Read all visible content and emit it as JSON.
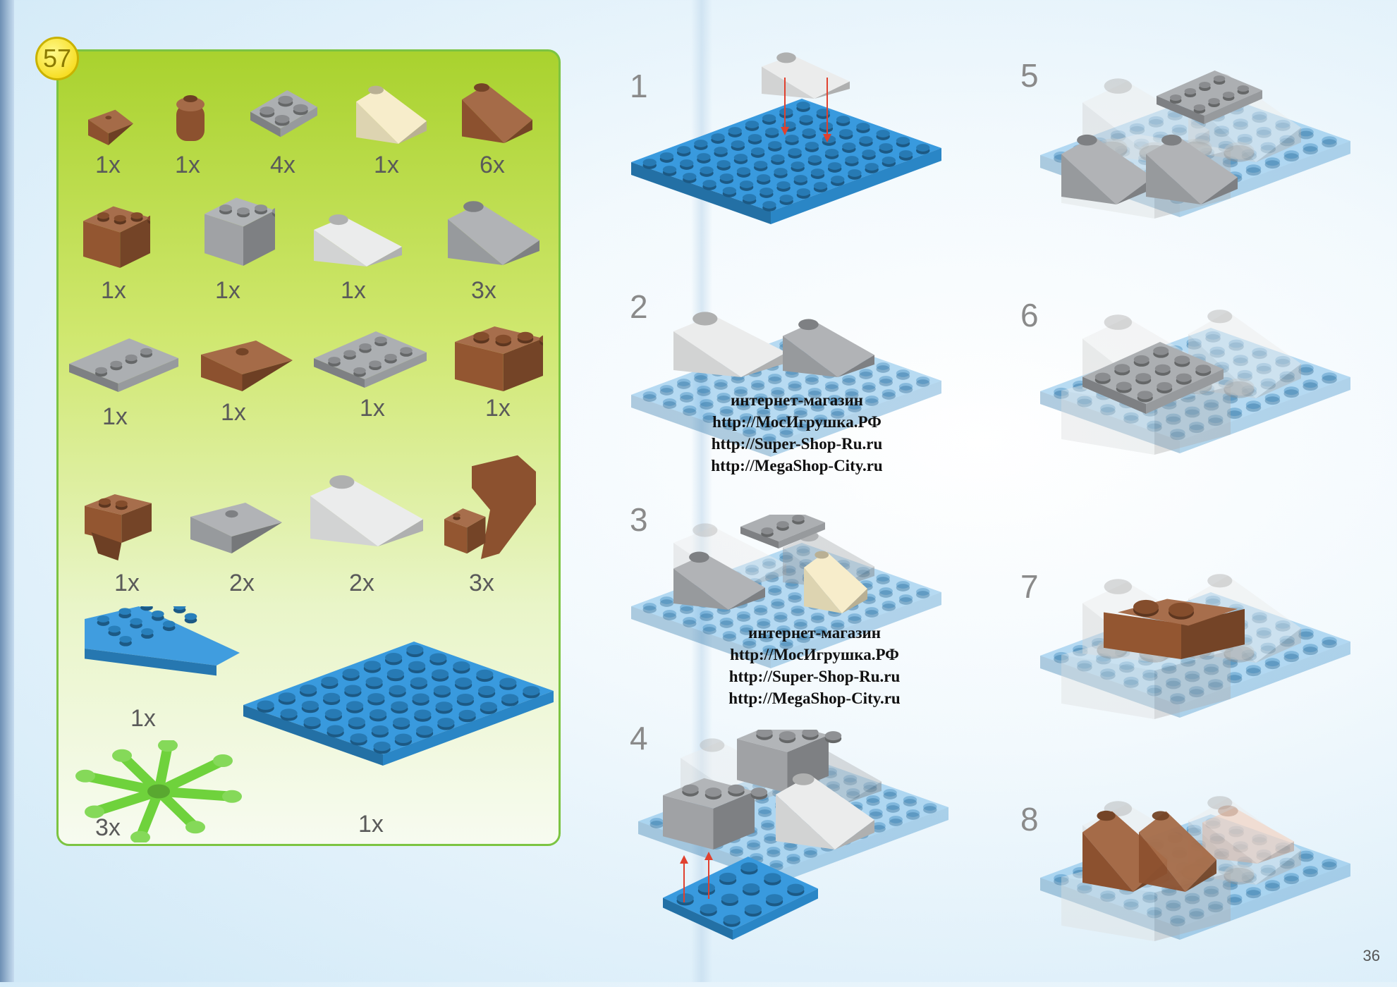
{
  "page": {
    "number": "36"
  },
  "model": {
    "badge": "57"
  },
  "parts": [
    {
      "name": "brown-wedge-small",
      "qty": "1x",
      "color": "#9b5a34"
    },
    {
      "name": "brown-round-brick",
      "qty": "1x",
      "color": "#9b5a34"
    },
    {
      "name": "grey-corner-plate",
      "qty": "4x",
      "color": "#a8abae"
    },
    {
      "name": "cream-slope",
      "qty": "1x",
      "color": "#f6ebc5"
    },
    {
      "name": "brown-large-slope",
      "qty": "6x",
      "color": "#9b5a34"
    },
    {
      "name": "brown-brick-1x2",
      "qty": "1x",
      "color": "#9b5a34"
    },
    {
      "name": "grey-brick-2x2",
      "qty": "1x",
      "color": "#a8abae"
    },
    {
      "name": "white-cheese-slope",
      "qty": "1x",
      "color": "#e9eaea"
    },
    {
      "name": "grey-slope-2x2",
      "qty": "3x",
      "color": "#a8abae"
    },
    {
      "name": "grey-plate-1x4",
      "qty": "1x",
      "color": "#a8abae"
    },
    {
      "name": "brown-wedge-long",
      "qty": "1x",
      "color": "#9b5a34"
    },
    {
      "name": "grey-plate-2x4",
      "qty": "1x",
      "color": "#a8abae"
    },
    {
      "name": "brown-brick-2x2",
      "qty": "1x",
      "color": "#9b5a34"
    },
    {
      "name": "brown-inverted-slope",
      "qty": "1x",
      "color": "#9b5a34"
    },
    {
      "name": "grey-wedge-flat",
      "qty": "2x",
      "color": "#a8abae"
    },
    {
      "name": "white-slope-large",
      "qty": "2x",
      "color": "#e9eaea"
    },
    {
      "name": "brown-arch",
      "qty": "3x",
      "color": "#9b5a34"
    },
    {
      "name": "blue-wedge-plate",
      "qty": "1x",
      "color": "#2f95dc"
    },
    {
      "name": "green-plant-leaves",
      "qty": "3x",
      "color": "#6fd23c"
    },
    {
      "name": "blue-base-plate",
      "qty": "1x",
      "color": "#2f95dc"
    }
  ],
  "steps": [
    {
      "num": "1"
    },
    {
      "num": "2"
    },
    {
      "num": "3"
    },
    {
      "num": "4"
    },
    {
      "num": "5"
    },
    {
      "num": "6"
    },
    {
      "num": "7"
    },
    {
      "num": "8"
    }
  ],
  "watermark": {
    "line1": "интернет-магазин",
    "line2": "http://МосИгрушка.РФ",
    "line3": "http://Super-Shop-Ru.ru",
    "line4": "http://MegaShop-City.ru"
  },
  "colors": {
    "blue": "#2f95dc",
    "grey": "#a8abae",
    "brown": "#9b5a34",
    "cream": "#f6ebc5",
    "white": "#e9eaea",
    "green": "#6fd23c",
    "arrow": "#e0412f"
  }
}
